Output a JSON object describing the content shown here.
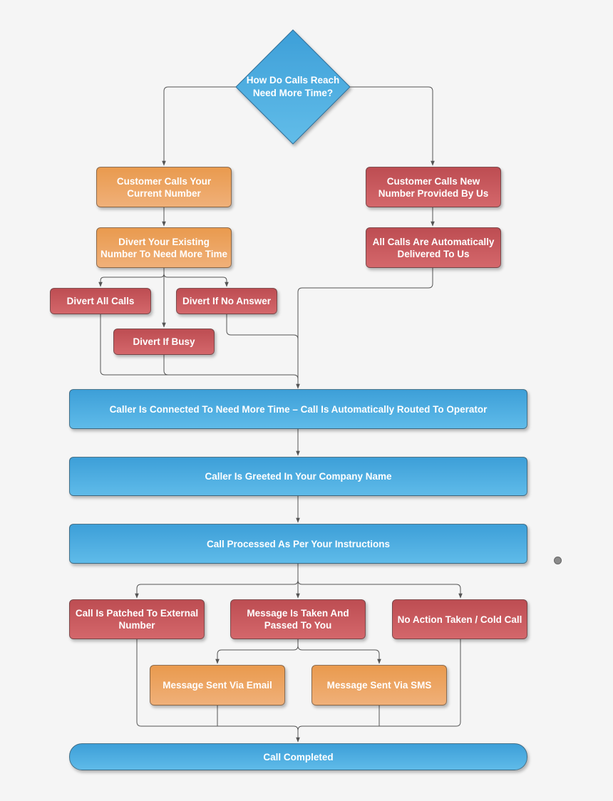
{
  "decision": {
    "label": "How Do Calls Reach Need More Time?"
  },
  "nodes": {
    "customer_calls_current": "Customer Calls Your Current Number",
    "divert_existing": "Divert Your Existing Number To Need More Time",
    "divert_all": "Divert All Calls",
    "divert_no_answer": "Divert If No Answer",
    "divert_busy": "Divert If  Busy",
    "customer_calls_new": "Customer Calls New Number Provided By Us",
    "auto_delivered": "All Calls Are Automatically Delivered To Us",
    "connected": "Caller Is Connected To Need More Time – Call Is Automatically Routed To Operator",
    "greeted": "Caller Is Greeted In Your Company Name",
    "processed": "Call Processed As Per Your Instructions",
    "patched": "Call Is Patched To External Number",
    "message_taken": "Message Is Taken And Passed To You",
    "no_action": "No Action Taken / Cold Call",
    "sent_email": "Message Sent Via Email",
    "sent_sms": "Message Sent Via SMS",
    "completed": "Call Completed"
  },
  "colors": {
    "orange": "#e99a4e",
    "red": "#c2545a",
    "blue": "#4aaee0",
    "connector": "#555555",
    "background": "#f5f5f5"
  }
}
